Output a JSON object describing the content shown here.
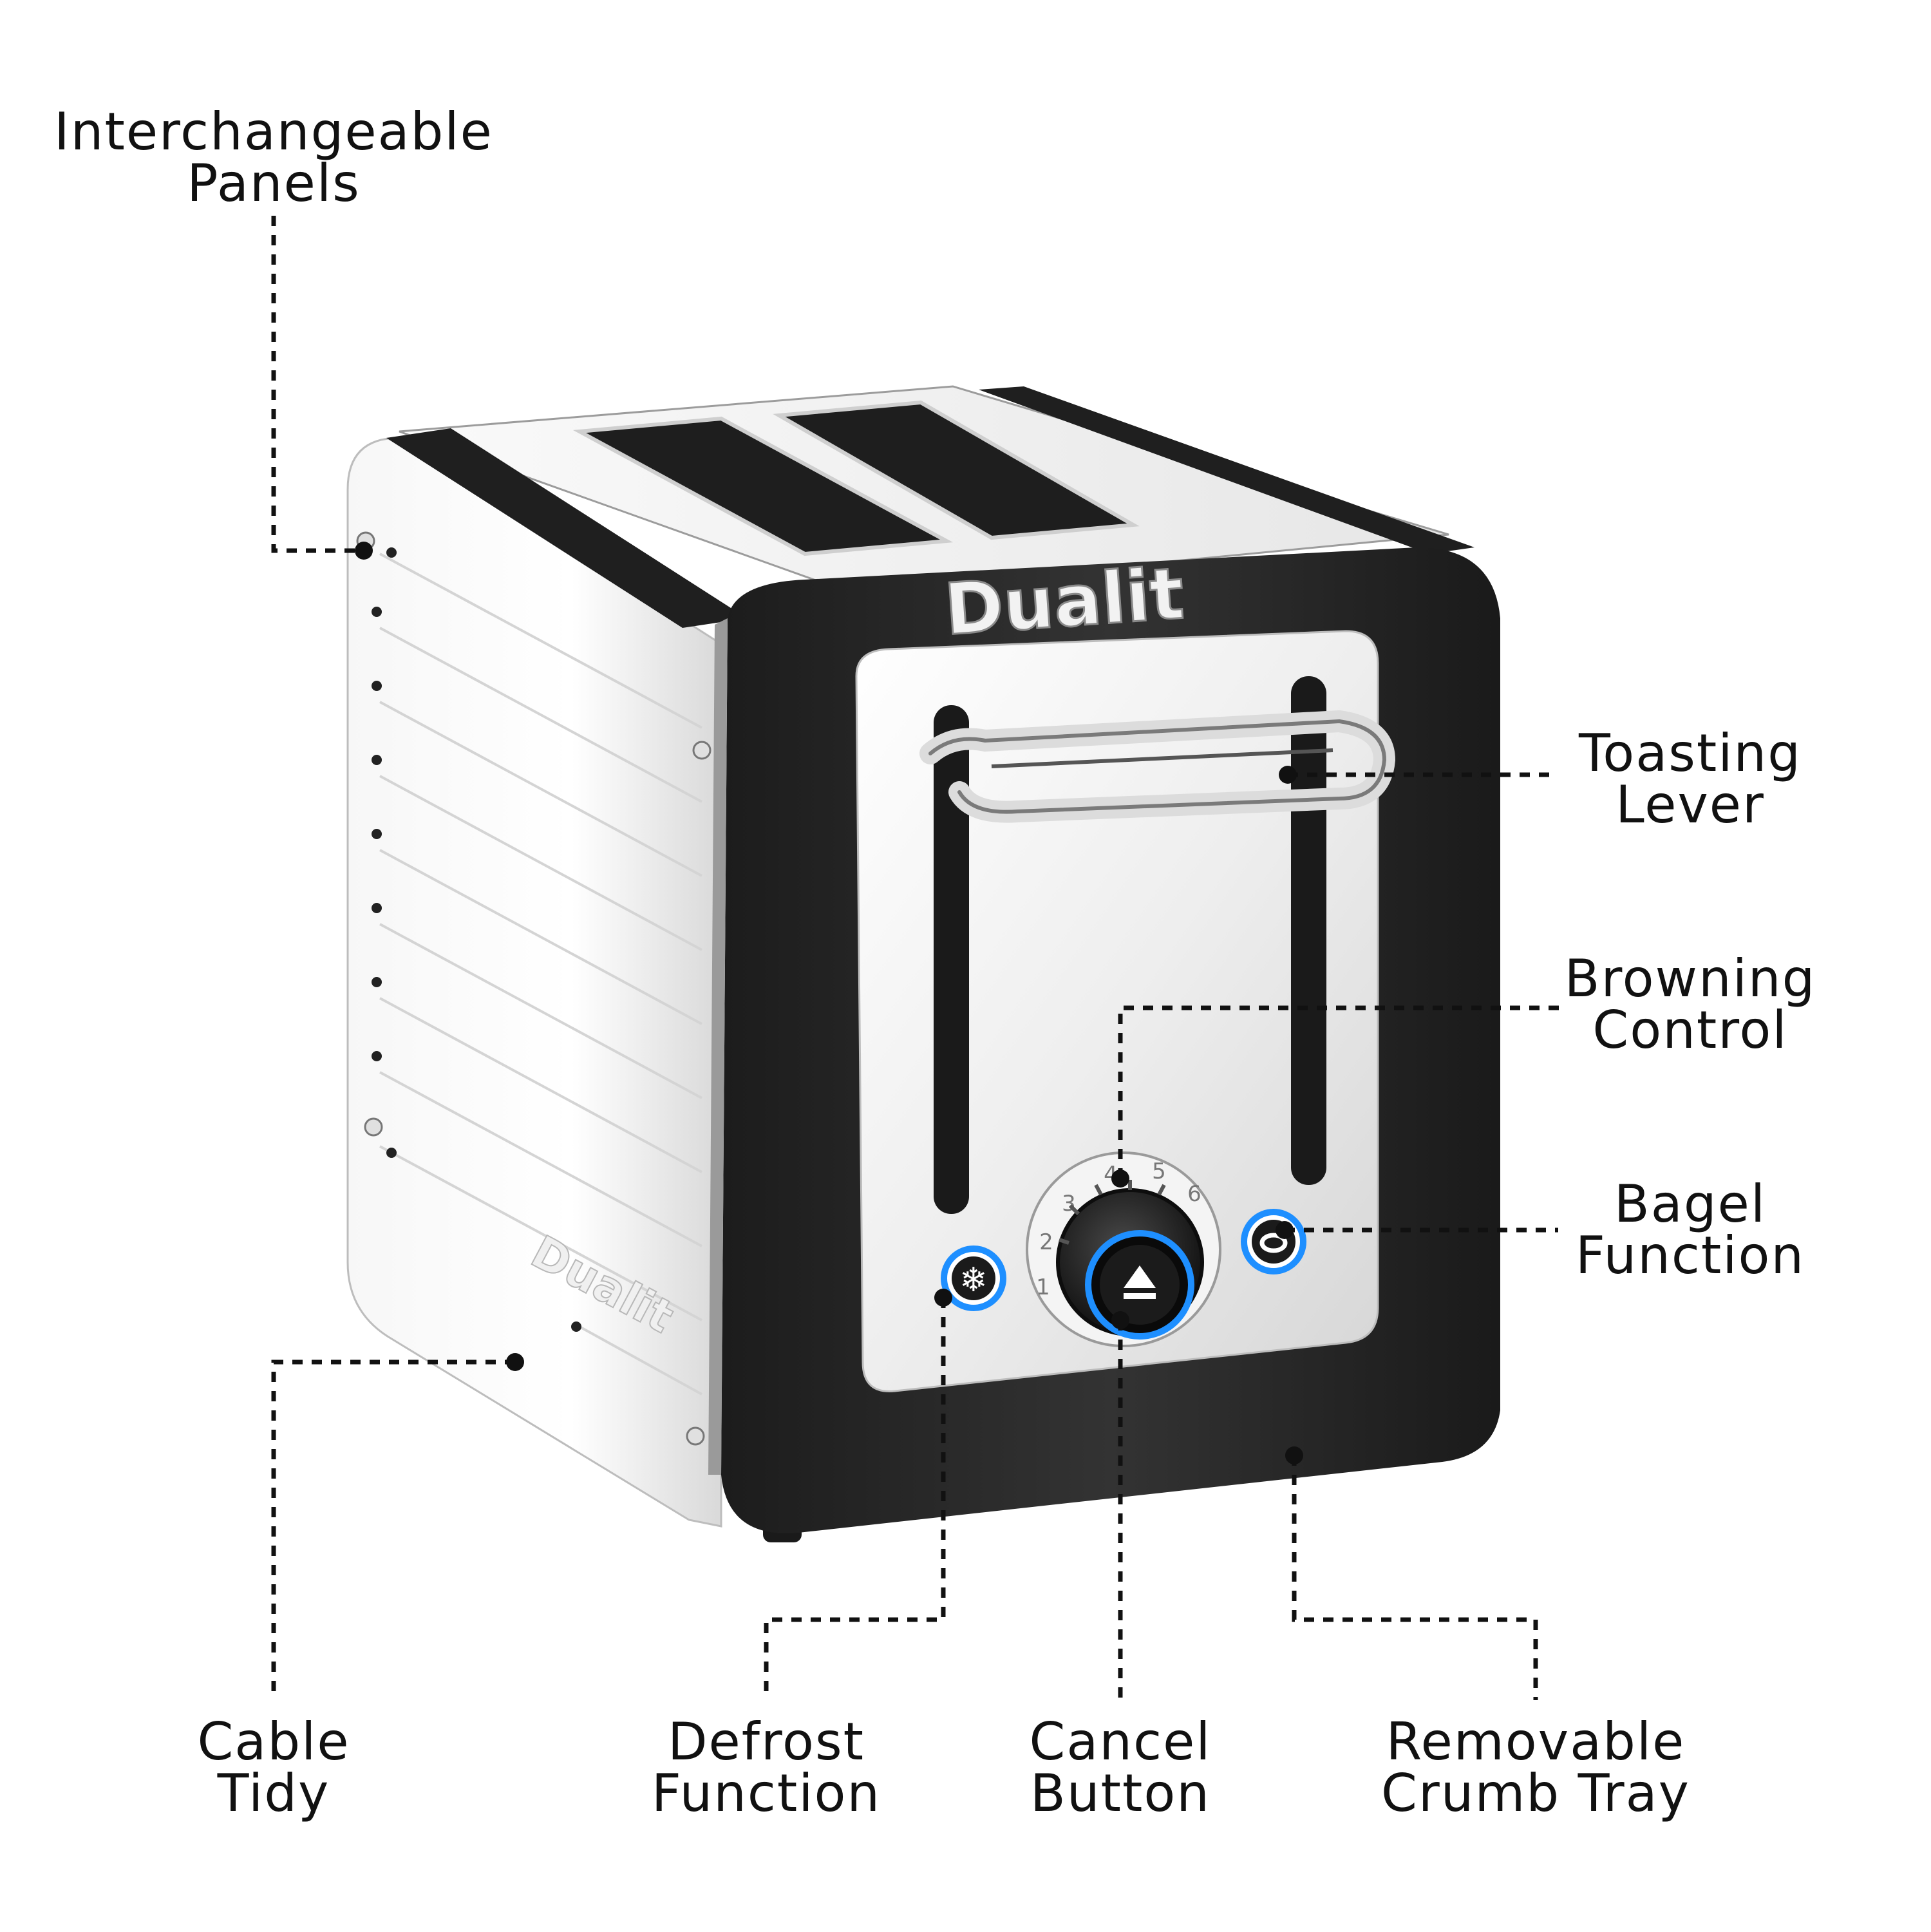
{
  "brand": {
    "logo_text": "Dualit"
  },
  "dial": {
    "numbers": [
      "1",
      "2",
      "3",
      "4",
      "5",
      "6"
    ]
  },
  "colors": {
    "body_black": "#262626",
    "steel": "#f2f2f2",
    "accent_blue": "#1e8fff",
    "leader": "#111111"
  },
  "icons": {
    "defrost": "snowflake-icon",
    "cancel": "eject-icon",
    "bagel": "bagel-icon"
  },
  "callouts": {
    "panels": {
      "line1": "Interchangeable",
      "line2": "Panels"
    },
    "lever": {
      "line1": "Toasting",
      "line2": "Lever"
    },
    "browning": {
      "line1": "Browning",
      "line2": "Control"
    },
    "bagel": {
      "line1": "Bagel",
      "line2": "Function"
    },
    "cable": {
      "line1": "Cable",
      "line2": "Tidy"
    },
    "defrost": {
      "line1": "Defrost",
      "line2": "Function"
    },
    "cancel": {
      "line1": "Cancel",
      "line2": "Button"
    },
    "crumb": {
      "line1": "Removable",
      "line2": "Crumb Tray"
    }
  }
}
